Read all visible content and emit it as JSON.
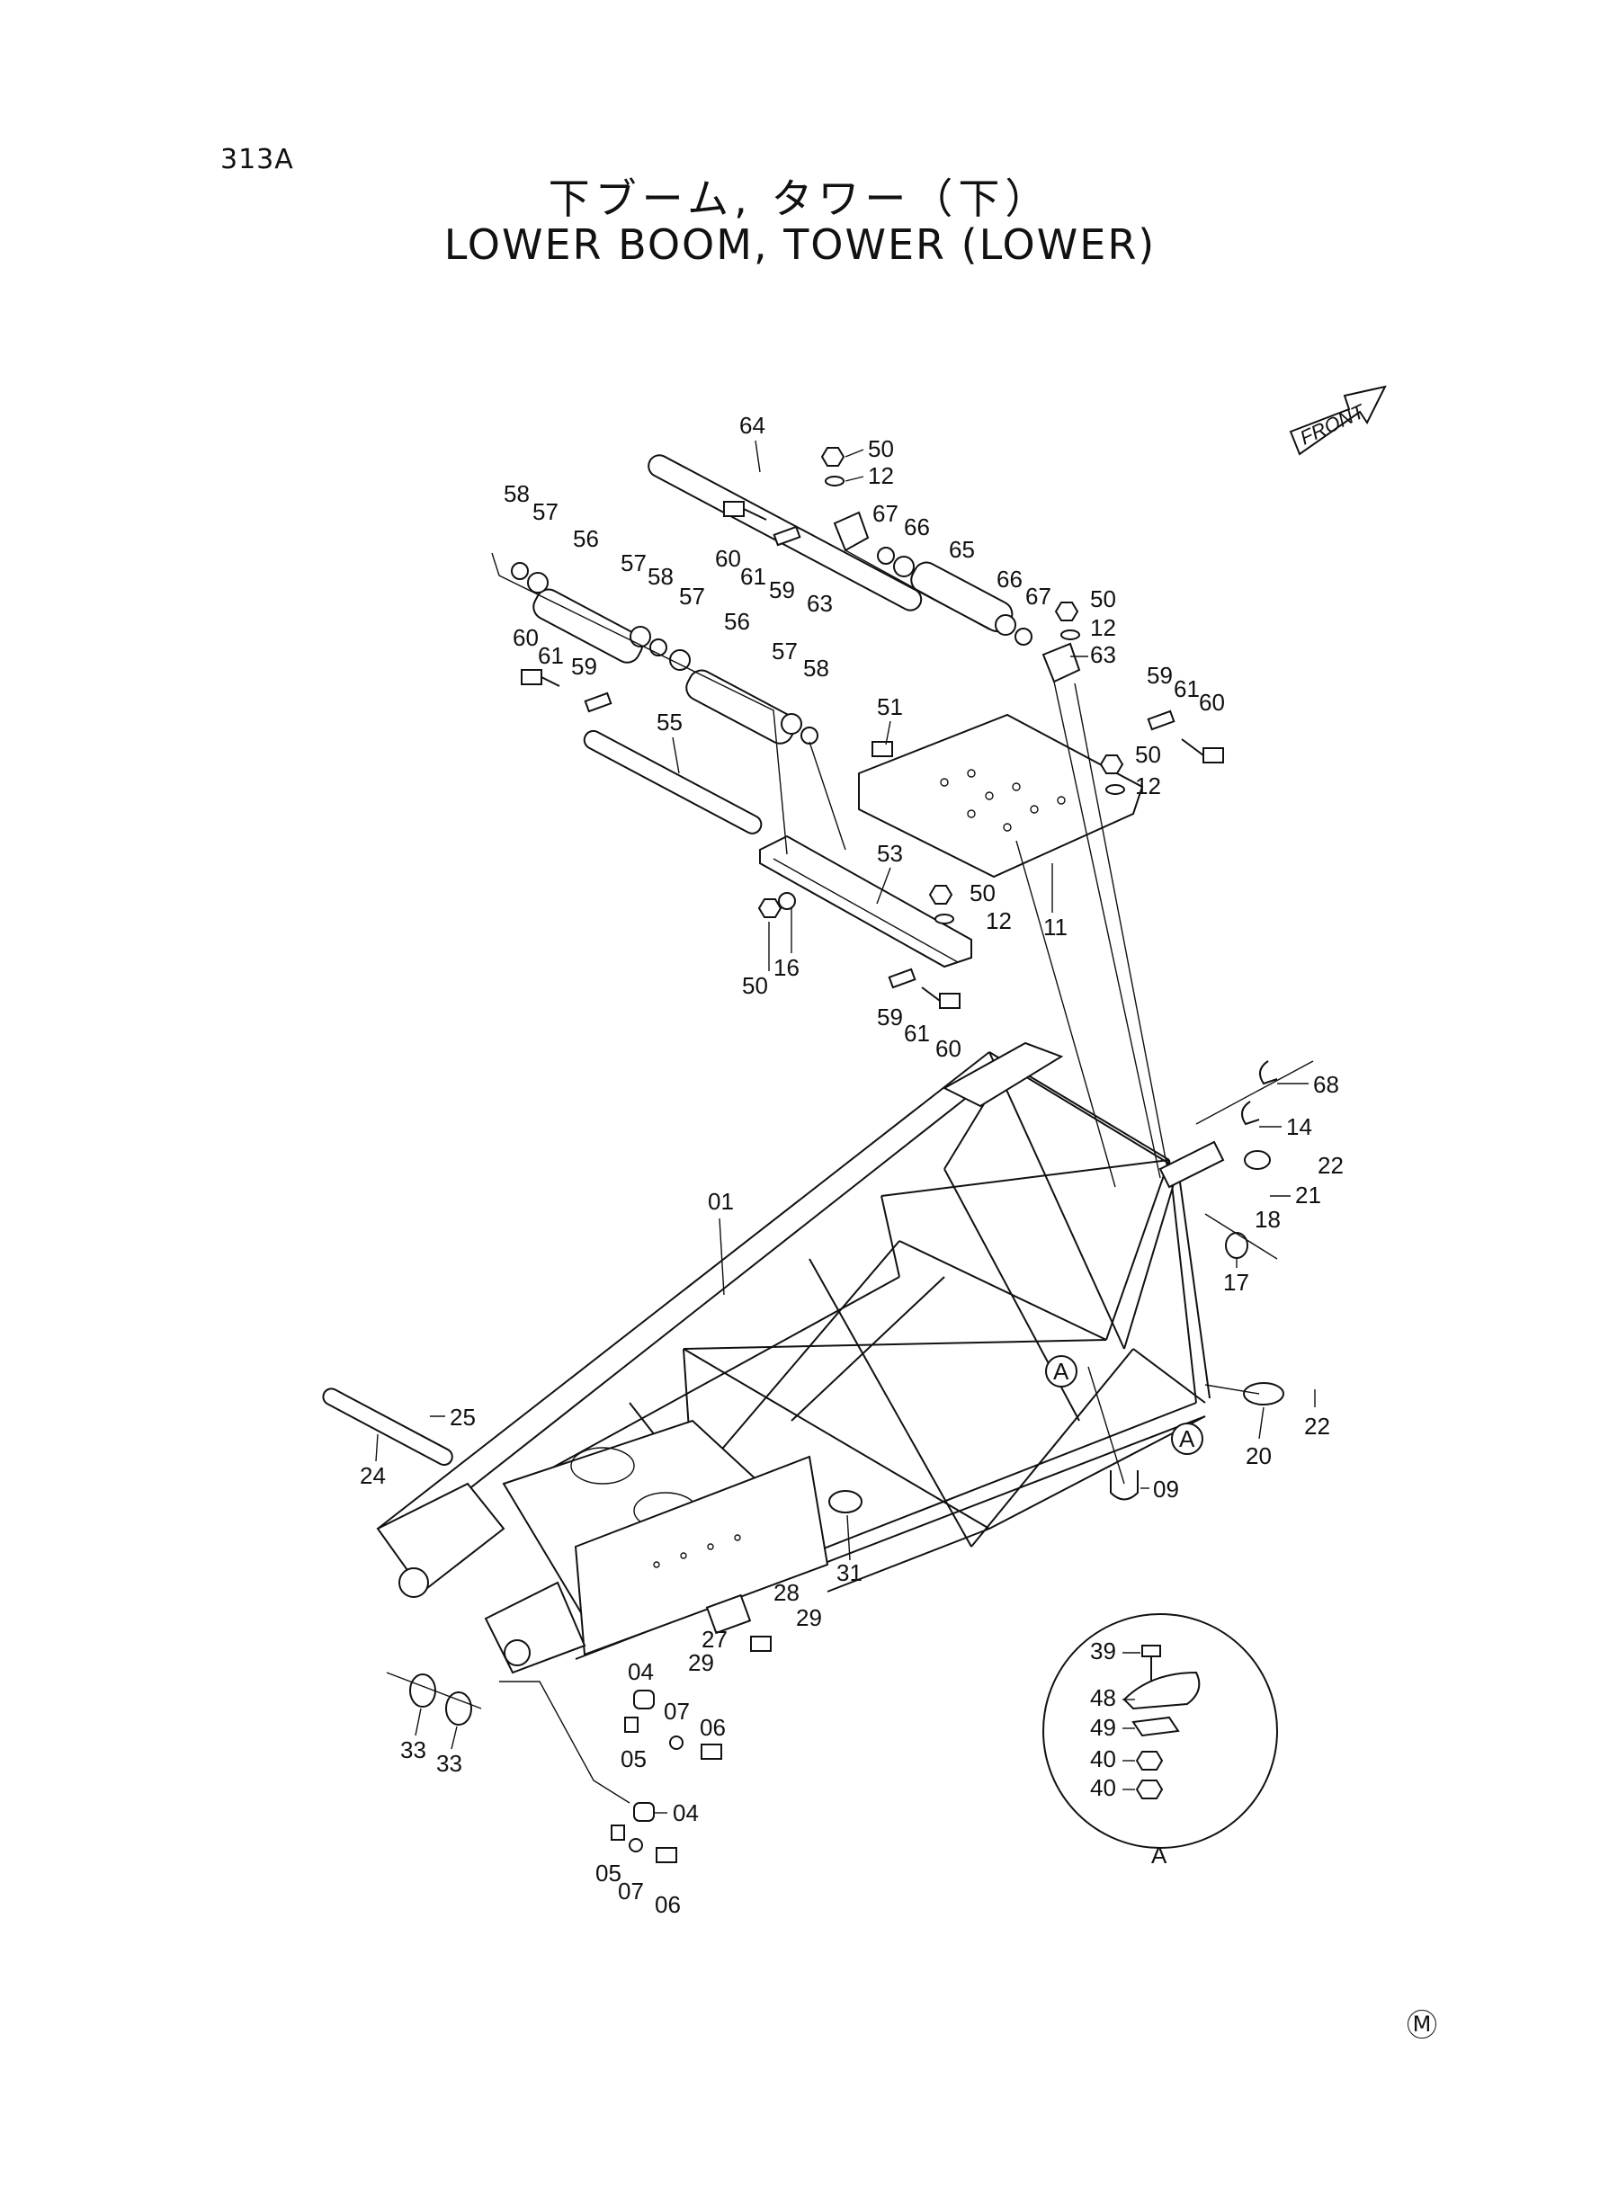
{
  "page_code": "313A",
  "title_ja": "下ブーム, タワー（下）",
  "title_en": "LOWER  BOOM, TOWER  (LOWER)",
  "front_label": "FRONT",
  "detail_label": "A",
  "footer_mark": "M",
  "callouts": [
    "64",
    "50",
    "12",
    "58",
    "57",
    "56",
    "57",
    "58",
    "57",
    "56",
    "57",
    "58",
    "60",
    "61",
    "59",
    "63",
    "67",
    "66",
    "65",
    "66",
    "67",
    "50",
    "12",
    "63",
    "59",
    "61",
    "60",
    "60",
    "61",
    "59",
    "55",
    "51",
    "50",
    "12",
    "53",
    "50",
    "12",
    "11",
    "50",
    "16",
    "59",
    "61",
    "60",
    "68",
    "14",
    "22",
    "21",
    "18",
    "17",
    "01",
    "A",
    "A",
    "22",
    "20",
    "09",
    "25",
    "24",
    "31",
    "28",
    "29",
    "27",
    "29",
    "04",
    "07",
    "06",
    "05",
    "33",
    "33",
    "04",
    "05",
    "07",
    "06",
    "39",
    "48",
    "49",
    "40",
    "40"
  ]
}
